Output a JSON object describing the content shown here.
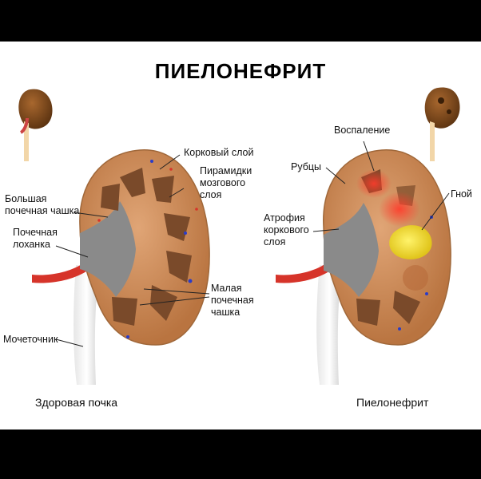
{
  "title": "ПИЕЛОНЕФРИТ",
  "healthy": {
    "caption": "Здоровая почка",
    "labels": {
      "cortex": "Корковый слой",
      "pyramids": "Пирамидки мозгового слоя",
      "major_calyx": "Большая почечная чашка",
      "pelvis": "Почечная лоханка",
      "minor_calyx": "Малая почечная чашка",
      "ureter": "Мочеточник"
    }
  },
  "diseased": {
    "caption": "Пиелонефрит",
    "labels": {
      "inflammation": "Воспаление",
      "scars": "Рубцы",
      "pus": "Гной",
      "atrophy": "Атрофия коркового слоя"
    }
  },
  "colors": {
    "cortex": "#c98b5a",
    "pyramid": "#7a4a2a",
    "artery": "#d6342a",
    "pus": "#f2e033",
    "inflammation": "#e84a3a"
  }
}
